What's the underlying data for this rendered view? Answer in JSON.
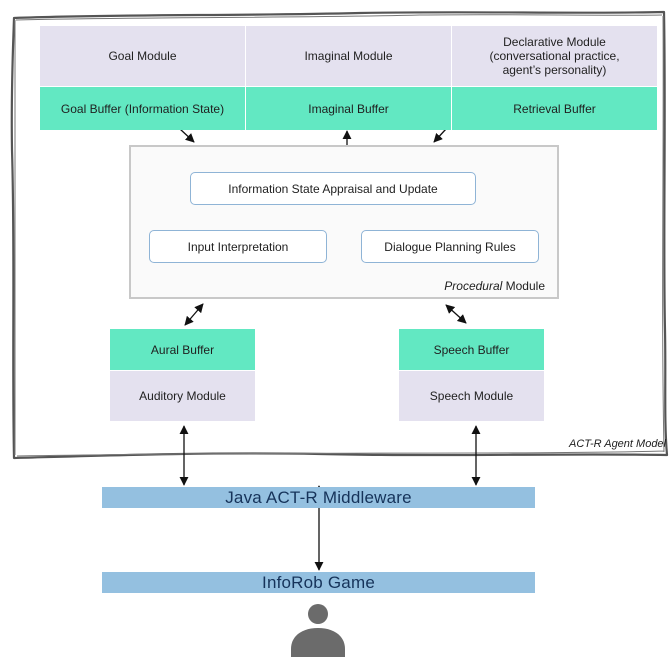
{
  "top_modules": {
    "goal_module": "Goal Module",
    "imaginal_module": "Imaginal Module",
    "declarative_module_line1": "Declarative Module",
    "declarative_module_line2": "(conversational practice,",
    "declarative_module_line3": "agent’s personality)"
  },
  "top_buffers": {
    "goal_buffer": "Goal Buffer (Information State)",
    "imaginal_buffer": "Imaginal Buffer",
    "retrieval_buffer": "Retrieval Buffer"
  },
  "procedural": {
    "appraisal": "Information State Appraisal and Update",
    "input_interpretation": "Input Interpretation",
    "dialogue_planning": "Dialogue Planning Rules",
    "label_italic": "Procedural",
    "label_rest": " Module"
  },
  "aural": {
    "buffer": "Aural Buffer",
    "module": "Auditory Module"
  },
  "speech": {
    "buffer": "Speech Buffer",
    "module": "Speech Module"
  },
  "agent_model_label": "ACT-R Agent Model",
  "middleware": "Java ACT-R Middleware",
  "game": "InfoRob Game",
  "icons": {
    "user": "user-icon"
  },
  "colors": {
    "module": "#e4e1ef",
    "buffer": "#62e8c2",
    "bar": "#94c0e0",
    "inner_border": "#8fb4d6"
  }
}
